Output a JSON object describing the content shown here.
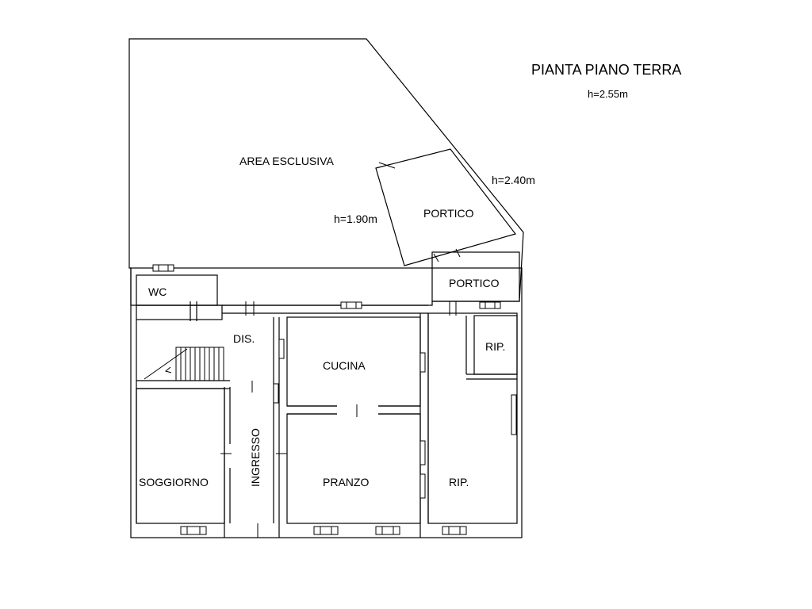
{
  "title": "PIANTA PIANO TERRA",
  "main_height": "h=2.55m",
  "labels": {
    "area_esclusiva": "AREA ESCLUSIVA",
    "portico_upper": "PORTICO",
    "portico_upper_h_left": "h=1.90m",
    "portico_upper_h_right": "h=2.40m",
    "portico_lower": "PORTICO",
    "wc": "WC",
    "dis": "DIS.",
    "cucina": "CUCINA",
    "rip_small": "RIP.",
    "ingresso": "INGRESSO",
    "soggiorno": "SOGGIORNO",
    "pranzo": "PRANZO",
    "rip_large": "RIP."
  }
}
